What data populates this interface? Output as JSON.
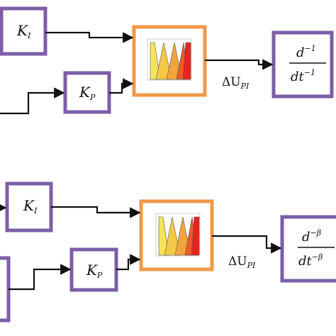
{
  "colors": {
    "gain_border": "#7b5ea7",
    "fuzzy_border": "#f0994a",
    "deriv_border": "#7b5ea7",
    "line": "#111111",
    "mf_yellow": "#f7e45a",
    "mf_orange": "#f2a43a",
    "mf_red": "#e8221c"
  },
  "top": {
    "ki": {
      "main": "K",
      "sub": "I"
    },
    "kp": {
      "main": "K",
      "sub": "P"
    },
    "delta_label": {
      "main": "ΔU",
      "sub": "PI"
    },
    "derivative": {
      "num_base": "d",
      "num_exp": "−1",
      "den_base": "dt",
      "den_exp": "−1"
    }
  },
  "bottom": {
    "ki": {
      "main": "K",
      "sub": "I"
    },
    "kp": {
      "main": "K",
      "sub": "P"
    },
    "delta_label": {
      "main": "ΔU",
      "sub": "PI"
    },
    "derivative": {
      "num_base": "d",
      "num_exp": "−β",
      "den_base": "dt",
      "den_exp": "−β"
    }
  },
  "icons": {
    "fuzzy": "fuzzy-membership-icon",
    "arrow": "arrow-head-icon"
  }
}
